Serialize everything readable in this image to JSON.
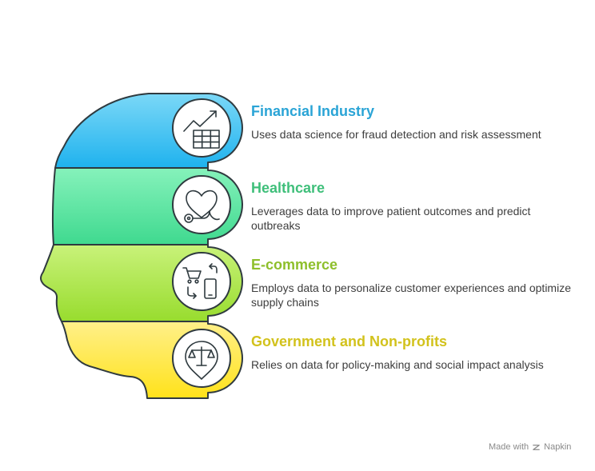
{
  "colors": {
    "financial": "#2aa4d6",
    "healthcare": "#3fbf7a",
    "ecommerce": "#8ebf2b",
    "government": "#d2c21c",
    "outline": "#2f3a3f"
  },
  "items": [
    {
      "title": "Financial Industry",
      "description": "Uses data science for fraud detection and risk assessment",
      "icon": "chart-growth-icon"
    },
    {
      "title": "Healthcare",
      "description": "Leverages data to improve patient outcomes and predict outbreaks",
      "icon": "heart-stethoscope-icon"
    },
    {
      "title": "E-commerce",
      "description": "Employs data to personalize customer experiences and optimize supply chains",
      "icon": "cart-phone-icon"
    },
    {
      "title": "Government and Non-profits",
      "description": "Relies on data for policy-making and social impact analysis",
      "icon": "balance-scale-pin-icon"
    }
  ],
  "watermark": {
    "prefix": "Made with",
    "brand": "Napkin",
    "icon": "napkin-logo-icon"
  }
}
